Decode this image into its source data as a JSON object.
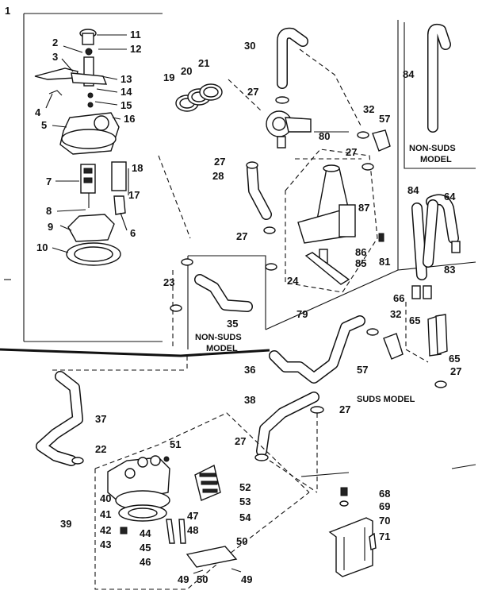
{
  "labels": [
    {
      "id": "p1",
      "text": "1"
    },
    {
      "id": "p2",
      "text": "2"
    },
    {
      "id": "p3",
      "text": "3"
    },
    {
      "id": "p4",
      "text": "4"
    },
    {
      "id": "p5",
      "text": "5"
    },
    {
      "id": "p6",
      "text": "6"
    },
    {
      "id": "p7",
      "text": "7"
    },
    {
      "id": "p8",
      "text": "8"
    },
    {
      "id": "p9",
      "text": "9"
    },
    {
      "id": "p10",
      "text": "10"
    },
    {
      "id": "p11",
      "text": "11"
    },
    {
      "id": "p12",
      "text": "12"
    },
    {
      "id": "p13",
      "text": "13"
    },
    {
      "id": "p14",
      "text": "14"
    },
    {
      "id": "p15",
      "text": "15"
    },
    {
      "id": "p16",
      "text": "16"
    },
    {
      "id": "p17",
      "text": "17"
    },
    {
      "id": "p18",
      "text": "18"
    },
    {
      "id": "p19",
      "text": "19"
    },
    {
      "id": "p20",
      "text": "20"
    },
    {
      "id": "p21",
      "text": "21"
    },
    {
      "id": "p22",
      "text": "22"
    },
    {
      "id": "p23",
      "text": "23"
    },
    {
      "id": "p24",
      "text": "24"
    },
    {
      "id": "p27a",
      "text": "27"
    },
    {
      "id": "p27b",
      "text": "27"
    },
    {
      "id": "p27c",
      "text": "27"
    },
    {
      "id": "p27d",
      "text": "27"
    },
    {
      "id": "p27e",
      "text": "27"
    },
    {
      "id": "p27f",
      "text": "27"
    },
    {
      "id": "p27g",
      "text": "27"
    },
    {
      "id": "p28",
      "text": "28"
    },
    {
      "id": "p30",
      "text": "30"
    },
    {
      "id": "p32a",
      "text": "32"
    },
    {
      "id": "p32b",
      "text": "32"
    },
    {
      "id": "p35",
      "text": "35"
    },
    {
      "id": "p36",
      "text": "36"
    },
    {
      "id": "p37",
      "text": "37"
    },
    {
      "id": "p38",
      "text": "38"
    },
    {
      "id": "p39",
      "text": "39"
    },
    {
      "id": "p40",
      "text": "40"
    },
    {
      "id": "p41",
      "text": "41"
    },
    {
      "id": "p42",
      "text": "42"
    },
    {
      "id": "p43",
      "text": "43"
    },
    {
      "id": "p44",
      "text": "44"
    },
    {
      "id": "p45",
      "text": "45"
    },
    {
      "id": "p46",
      "text": "46"
    },
    {
      "id": "p47",
      "text": "47"
    },
    {
      "id": "p48",
      "text": "48"
    },
    {
      "id": "p49a",
      "text": "49"
    },
    {
      "id": "p49b",
      "text": "49"
    },
    {
      "id": "p50a",
      "text": "50"
    },
    {
      "id": "p50b",
      "text": "50"
    },
    {
      "id": "p51",
      "text": "51"
    },
    {
      "id": "p52",
      "text": "52"
    },
    {
      "id": "p53",
      "text": "53"
    },
    {
      "id": "p54",
      "text": "54"
    },
    {
      "id": "p57a",
      "text": "57"
    },
    {
      "id": "p57b",
      "text": "57"
    },
    {
      "id": "p64",
      "text": "64"
    },
    {
      "id": "p65a",
      "text": "65"
    },
    {
      "id": "p65b",
      "text": "65"
    },
    {
      "id": "p66",
      "text": "66"
    },
    {
      "id": "p68",
      "text": "68"
    },
    {
      "id": "p69",
      "text": "69"
    },
    {
      "id": "p70",
      "text": "70"
    },
    {
      "id": "p71",
      "text": "71"
    },
    {
      "id": "p79",
      "text": "79"
    },
    {
      "id": "p80",
      "text": "80"
    },
    {
      "id": "p81",
      "text": "81"
    },
    {
      "id": "p83",
      "text": "83"
    },
    {
      "id": "p84a",
      "text": "84"
    },
    {
      "id": "p84b",
      "text": "84"
    },
    {
      "id": "p85",
      "text": "85"
    },
    {
      "id": "p86",
      "text": "86"
    },
    {
      "id": "p87",
      "text": "87"
    }
  ],
  "captions": {
    "non_suds_top_1": "NON-SUDS",
    "non_suds_top_2": "MODEL",
    "non_suds_mid_1": "NON-SUDS",
    "non_suds_mid_2": "MODEL",
    "suds_model": "SUDS MODEL"
  }
}
